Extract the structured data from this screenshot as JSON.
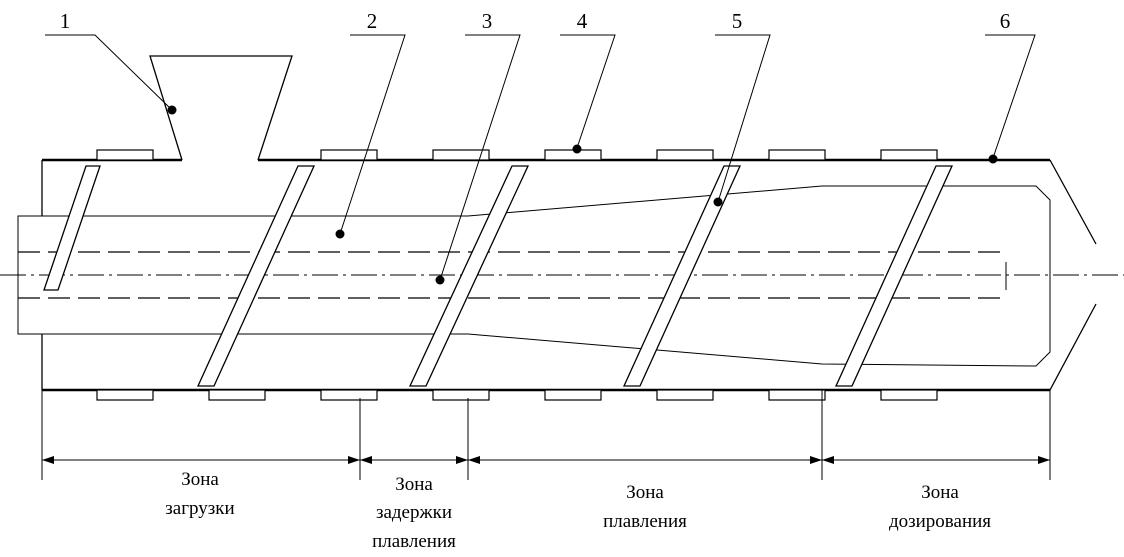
{
  "callouts": [
    "1",
    "2",
    "3",
    "4",
    "5",
    "6"
  ],
  "zones": [
    {
      "lines": [
        "Зона",
        "загрузки"
      ]
    },
    {
      "lines": [
        "Зона",
        "задержки",
        "плавления"
      ]
    },
    {
      "lines": [
        "Зона",
        "плавления"
      ]
    },
    {
      "lines": [
        "Зона",
        "дозирования"
      ]
    }
  ]
}
